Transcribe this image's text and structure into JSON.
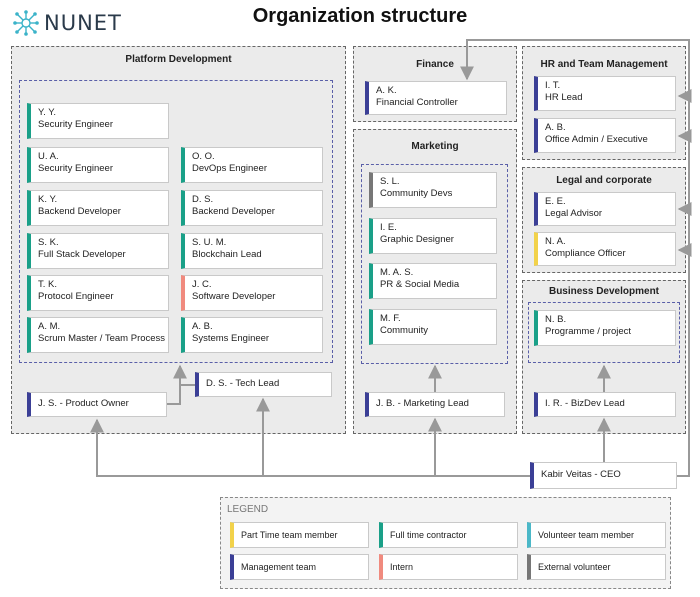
{
  "logo": {
    "text": "NUNET",
    "icon": "network-icon"
  },
  "title": "Organization structure",
  "colors": {
    "full_time": "#1aa088",
    "management": "#3b3f96",
    "intern": "#f08a7e",
    "part_time": "#f2d24a",
    "external": "#777777",
    "volunteer": "#4bb8c8"
  },
  "platform": {
    "title": "Platform Development",
    "members": [
      {
        "name": "Y. Y.",
        "role": "Security Engineer"
      },
      {
        "name": "U. A.",
        "role": "Security Engineer"
      },
      {
        "name": "O. O.",
        "role": "DevOps Engineer"
      },
      {
        "name": "K. Y.",
        "role": "Backend Developer"
      },
      {
        "name": "D. S.",
        "role": "Backend Developer"
      },
      {
        "name": "S. K.",
        "role": "Full Stack Developer"
      },
      {
        "name": "S. U. M.",
        "role": "Blockchain Lead"
      },
      {
        "name": "T. K.",
        "role": "Protocol Engineer"
      },
      {
        "name": "J. C.",
        "role": "Software Developer"
      },
      {
        "name": "A. M.",
        "role": "Scrum Master / Team Process"
      },
      {
        "name": "A. B.",
        "role": "Systems Engineer"
      }
    ],
    "tech_lead": "D. S. - Tech Lead",
    "product_owner": "J. S. - Product Owner"
  },
  "finance": {
    "title": "Finance",
    "members": [
      {
        "name": "A. K.",
        "role": "Financial Controller"
      }
    ]
  },
  "marketing": {
    "title": "Marketing",
    "members": [
      {
        "name": "S. L.",
        "role": "Community Devs"
      },
      {
        "name": "I. E.",
        "role": "Graphic Designer"
      },
      {
        "name": "M. A. S.",
        "role": "PR & Social Media"
      },
      {
        "name": "M. F.",
        "role": "Community"
      }
    ],
    "lead": "J. B. - Marketing Lead"
  },
  "hr": {
    "title": "HR and Team Management",
    "members": [
      {
        "name": "I. T.",
        "role": "HR Lead"
      },
      {
        "name": "A. B.",
        "role": "Office Admin / Executive"
      }
    ]
  },
  "legal": {
    "title": "Legal and corporate",
    "members": [
      {
        "name": "E. E.",
        "role": "Legal Advisor"
      },
      {
        "name": "N. A.",
        "role": "Compliance Officer"
      }
    ]
  },
  "bizdev": {
    "title": "Business Development",
    "members": [
      {
        "name": "N. B.",
        "role": "Programme / project"
      }
    ],
    "lead": "I. R. - BizDev Lead"
  },
  "ceo": "Kabir Veitas - CEO",
  "legend": {
    "title": "LEGEND",
    "items": [
      "Part Time team member",
      "Full time contractor",
      "Volunteer team member",
      "Management team",
      "Intern",
      "External volunteer"
    ]
  }
}
